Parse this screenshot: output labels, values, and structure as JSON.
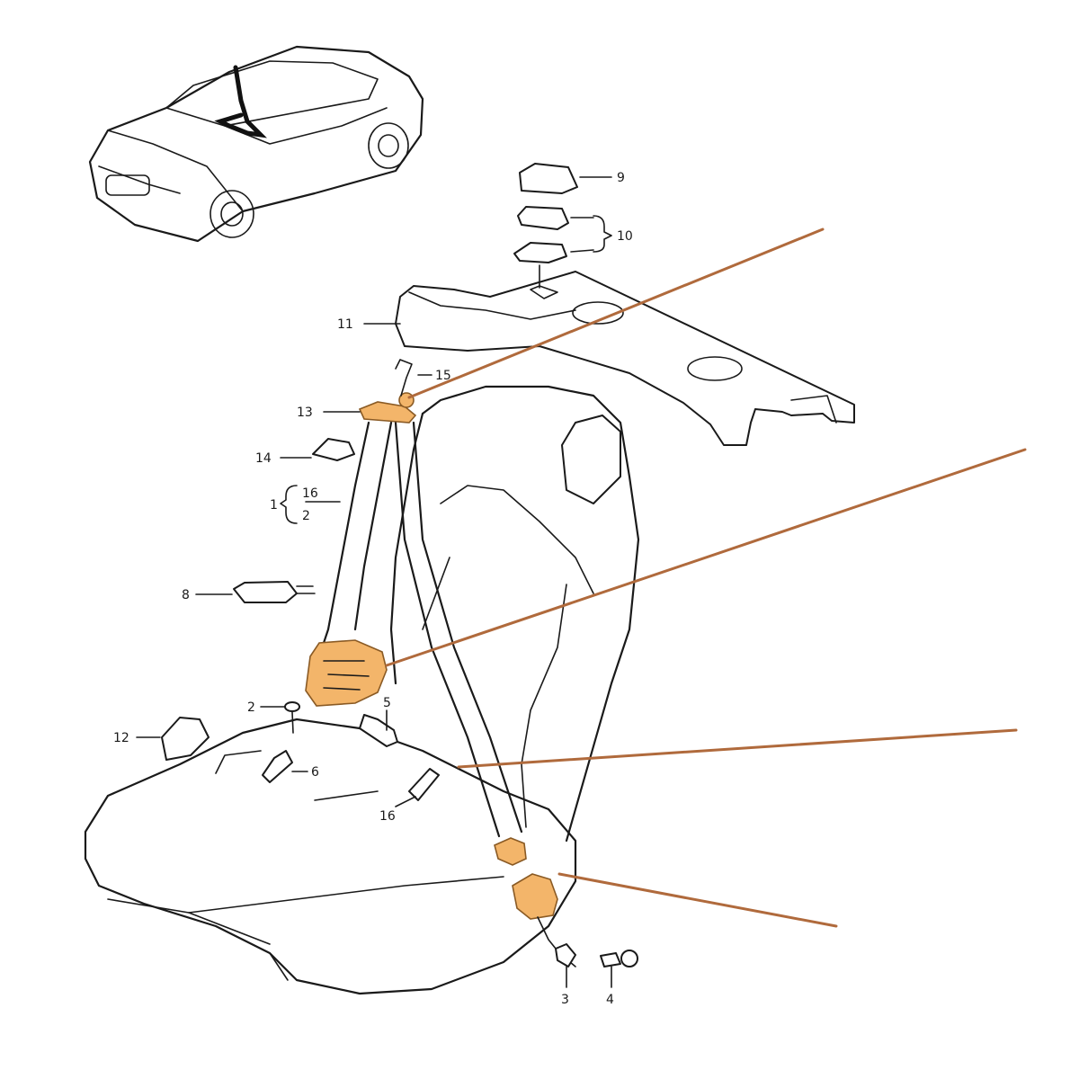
{
  "colors": {
    "line": "#1a1a1a",
    "accent": "#f3b56a",
    "callout": "#b06a3c"
  },
  "labels": {
    "p1": "1",
    "p2": "2",
    "p3": "3",
    "p4": "4",
    "p5": "5",
    "p6": "6",
    "p8": "8",
    "p9": "9",
    "p10": "10",
    "p11": "11",
    "p12": "12",
    "p13": "13",
    "p14": "14",
    "p15": "15",
    "p16a": "16",
    "p16b": "16",
    "p2b": "2"
  }
}
